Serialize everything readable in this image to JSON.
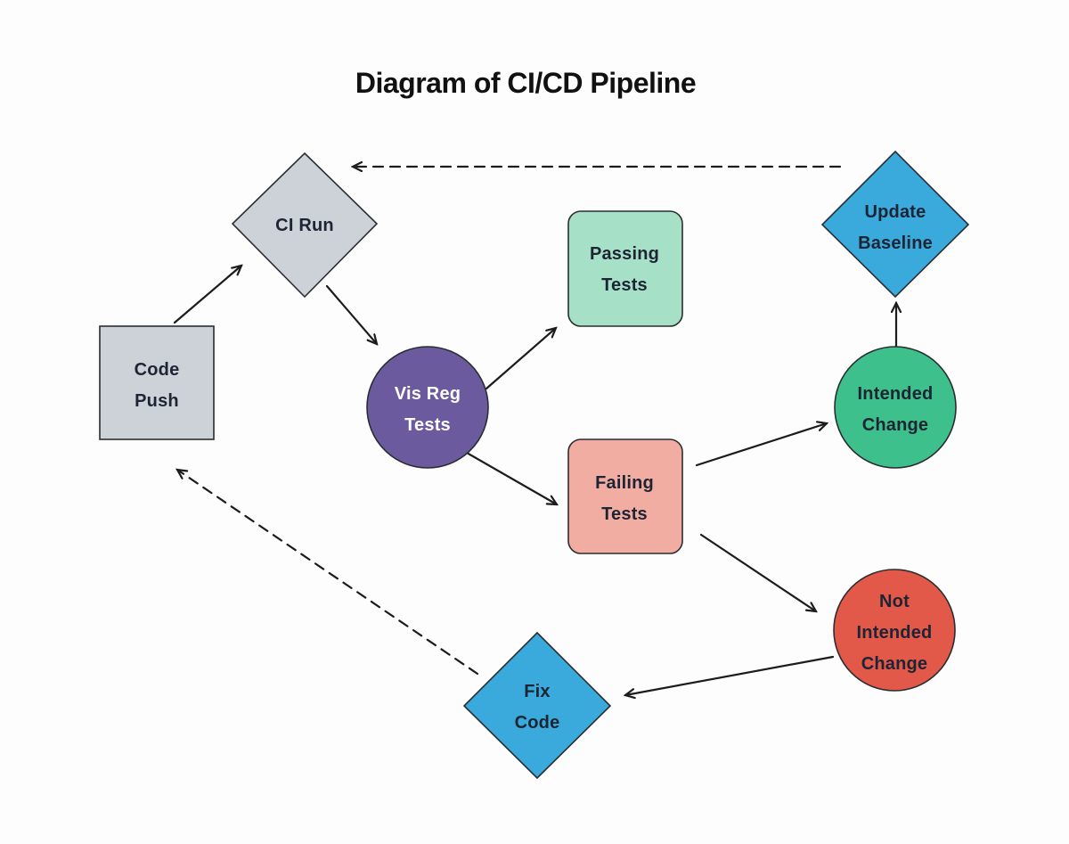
{
  "title": "Diagram of CI/CD Pipeline",
  "colors": {
    "background": "#fdfdfd",
    "edge": "#1c1c1c",
    "node_border": "#2a2d31",
    "title_text": "#111111",
    "dark_text": "#1d2433",
    "light_text": "#ffffff"
  },
  "nodes": {
    "code_push": {
      "shape": "square",
      "fill": "#cdd2d9",
      "text_color": "#1d2433",
      "label": "Code Push",
      "lines": [
        "Code",
        "Push"
      ]
    },
    "ci_run": {
      "shape": "diamond",
      "fill": "#cdd2d9",
      "text_color": "#1d2433",
      "label": "CI Run",
      "lines": [
        "CI Run"
      ]
    },
    "vis_reg_tests": {
      "shape": "circle",
      "fill": "#6b5b9e",
      "text_color": "#ffffff",
      "label": "Vis Reg Tests",
      "lines": [
        "Vis Reg",
        "Tests"
      ]
    },
    "passing_tests": {
      "shape": "rounded-square",
      "fill": "#a6e0c6",
      "text_color": "#1d2433",
      "label": "Passing Tests",
      "lines": [
        "Passing",
        "Tests"
      ]
    },
    "failing_tests": {
      "shape": "rounded-square",
      "fill": "#f2ada3",
      "text_color": "#1d2433",
      "label": "Failing Tests",
      "lines": [
        "Failing",
        "Tests"
      ]
    },
    "intended_change": {
      "shape": "circle",
      "fill": "#3ec08c",
      "text_color": "#1d2433",
      "label": "Intended Change",
      "lines": [
        "Intended",
        "Change"
      ]
    },
    "update_baseline": {
      "shape": "diamond",
      "fill": "#3aa9dc",
      "text_color": "#1d2433",
      "label": "Update Baseline",
      "lines": [
        "Update",
        "Baseline"
      ]
    },
    "not_intended_change": {
      "shape": "circle",
      "fill": "#e2594a",
      "text_color": "#1d2433",
      "label": "Not Intended Change",
      "lines": [
        "Not",
        "Intended",
        "Change"
      ]
    },
    "fix_code": {
      "shape": "diamond",
      "fill": "#3aa9dc",
      "text_color": "#1d2433",
      "label": "Fix Code",
      "lines": [
        "Fix",
        "Code"
      ]
    }
  },
  "edges": [
    {
      "from": "Code Push",
      "to": "CI Run",
      "style": "solid"
    },
    {
      "from": "CI Run",
      "to": "Vis Reg Tests",
      "style": "solid"
    },
    {
      "from": "Vis Reg Tests",
      "to": "Passing Tests",
      "style": "solid"
    },
    {
      "from": "Vis Reg Tests",
      "to": "Failing Tests",
      "style": "solid"
    },
    {
      "from": "Failing Tests",
      "to": "Intended Change",
      "style": "solid"
    },
    {
      "from": "Failing Tests",
      "to": "Not Intended Change",
      "style": "solid"
    },
    {
      "from": "Intended Change",
      "to": "Update Baseline",
      "style": "solid"
    },
    {
      "from": "Not Intended Change",
      "to": "Fix Code",
      "style": "solid"
    },
    {
      "from": "Update Baseline",
      "to": "CI Run",
      "style": "dashed"
    },
    {
      "from": "Fix Code",
      "to": "Code Push",
      "style": "dashed"
    }
  ]
}
